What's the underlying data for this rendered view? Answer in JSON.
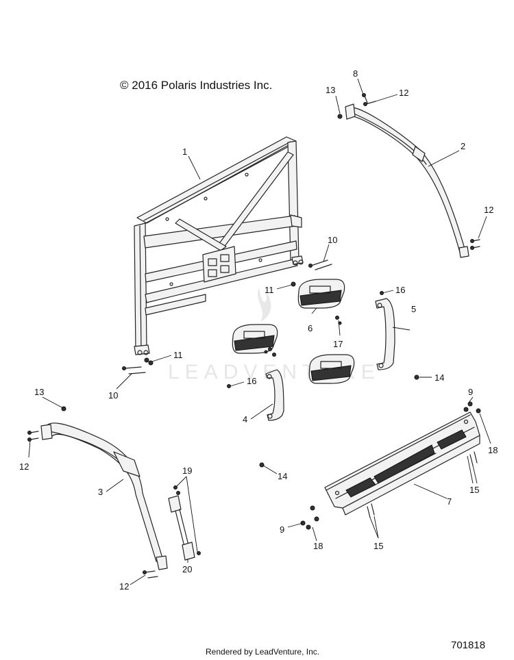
{
  "copyright": "© 2016 Polaris Industries Inc.",
  "footer": "Rendered by LeadVenture, Inc.",
  "document_number": "701818",
  "watermark": "LEADVENTURE",
  "callouts": {
    "c1": "1",
    "c2": "2",
    "c3": "3",
    "c4": "4",
    "c5": "5",
    "c6": "6",
    "c7": "7",
    "c8": "8",
    "c9a": "9",
    "c9b": "9",
    "c10a": "10",
    "c10b": "10",
    "c11a": "11",
    "c11b": "11",
    "c12a": "12",
    "c12b": "12",
    "c12c": "12",
    "c12d": "12",
    "c13a": "13",
    "c13b": "13",
    "c14a": "14",
    "c14b": "14",
    "c15a": "15",
    "c15b": "15",
    "c16a": "16",
    "c16b": "16",
    "c17": "17",
    "c18a": "18",
    "c18b": "18",
    "c19": "19",
    "c20": "20"
  }
}
